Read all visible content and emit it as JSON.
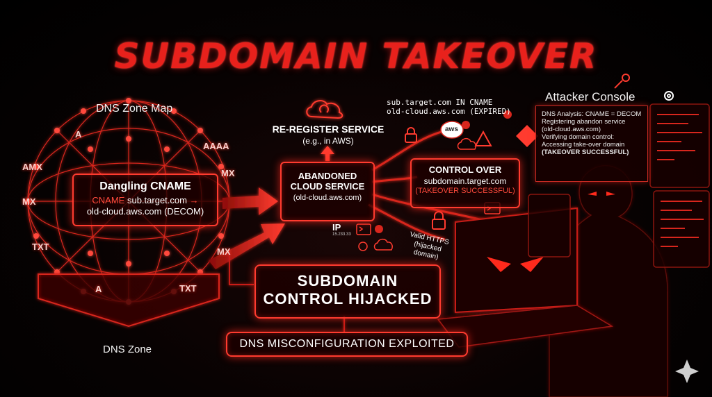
{
  "title": "SUBDOMAIN TAKEOVER",
  "dns_zone_map": {
    "label": "DNS Zone Map",
    "records": [
      "A",
      "AAAA",
      "AMX",
      "MX",
      "MX",
      "TXT",
      "MX",
      "A",
      "TXT"
    ],
    "dangling": {
      "heading": "Dangling CNAME",
      "line1_prefix": "CNAME",
      "line1_host": "sub.target.com",
      "line2": "old-cloud.aws.com (DECOM)"
    },
    "footer": "DNS Zone"
  },
  "reregister": {
    "heading": "RE-REGISTER SERVICE",
    "sub": "(e.g., in AWS)"
  },
  "abandoned": {
    "line1": "ABANDONED",
    "line2": "CLOUD SERVICE",
    "line3": "(old-cloud.aws.com)"
  },
  "cname_note": {
    "line1": "sub.target.com IN CNAME",
    "line2": "old-cloud.aws.com (EXPIRED)"
  },
  "control": {
    "line1": "CONTROL OVER",
    "line2": "subdomain.target.com",
    "line3": "(TAKEOVER SUCCESSFUL)"
  },
  "icons": {
    "aws": "aws",
    "ip": "IP",
    "ip_value": "15.233.33"
  },
  "https_note": {
    "line1": "Valid HTTPS",
    "line2": "(hijacked domain)"
  },
  "hijacked": {
    "line1": "SUBDOMAIN",
    "line2": "CONTROL HIJACKED"
  },
  "exploited": "DNS MISCONFIGURATION EXPLOITED",
  "console": {
    "title": "Attacker Console",
    "lines": [
      "DNS Analysis: CNAME = DECOM",
      "Registering abandon service",
      "(old-cloud.aws.com)",
      "Verifying domain control:",
      "Accessing take-over domain",
      "(TAKEOVER SUCCESSFUL)"
    ]
  },
  "colors": {
    "accent": "#ff3b2f",
    "background": "#070202"
  }
}
